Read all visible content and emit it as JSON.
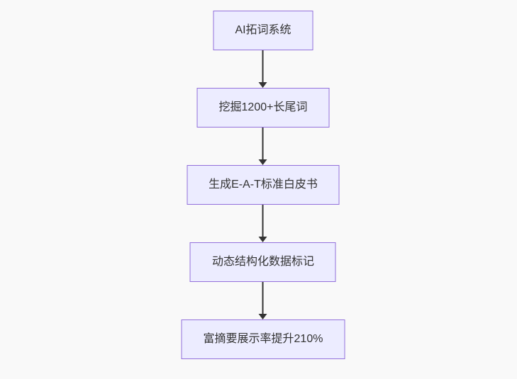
{
  "theme": {
    "background": "#f9f9f9",
    "node_fill": "#ECECFF",
    "node_border": "#9370DB",
    "node_text_color": "#333333",
    "arrow_color": "#333333"
  },
  "flowchart": {
    "type": "flowchart",
    "direction": "top-down",
    "nodes": [
      {
        "id": "n1",
        "label": "AI拓词系统"
      },
      {
        "id": "n2",
        "label": "挖掘1200+长尾词"
      },
      {
        "id": "n3",
        "label": "生成E-A-T标准白皮书"
      },
      {
        "id": "n4",
        "label": "动态结构化数据标记"
      },
      {
        "id": "n5",
        "label": "富摘要展示率提升210%"
      }
    ],
    "edges": [
      {
        "from": "n1",
        "to": "n2"
      },
      {
        "from": "n2",
        "to": "n3"
      },
      {
        "from": "n3",
        "to": "n4"
      },
      {
        "from": "n4",
        "to": "n5"
      }
    ]
  }
}
